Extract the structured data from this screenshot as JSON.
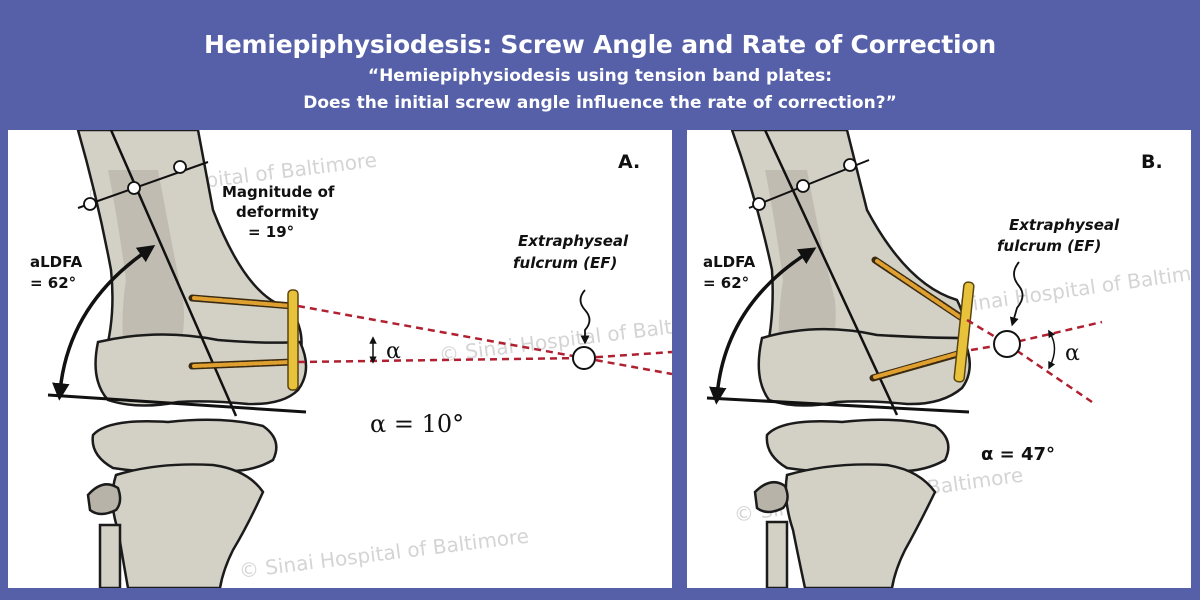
{
  "header": {
    "title": "Hemiepiphysiodesis: Screw Angle and Rate of Correction",
    "subtitle_line1": "“Hemiepiphysiodesis using tension band plates:",
    "subtitle_line2": "Does the initial screw angle influence the rate of correction?”"
  },
  "panel_a": {
    "label": "A.",
    "magnitude_line1": "Magnitude of",
    "magnitude_line2": "deformity",
    "magnitude_value": "= 19°",
    "aldfa_label": "aLDFA",
    "aldfa_value": "= 62°",
    "fulcrum_line1": "Extraphyseal",
    "fulcrum_line2": "fulcrum (EF)",
    "alpha_symbol": "α",
    "alpha_equation": "α = 10°",
    "watermark": "© Sinai Hospital of Baltimore"
  },
  "panel_b": {
    "label": "B.",
    "aldfa_label": "aLDFA",
    "aldfa_value": "= 62°",
    "fulcrum_line1": "Extraphyseal",
    "fulcrum_line2": "fulcrum (EF)",
    "alpha_symbol": "α",
    "alpha_equation": "α = 47°",
    "watermark": "© Sinai Hospital of Baltimore"
  },
  "colors": {
    "background": "#5560a8",
    "bone": "#d3d0c6",
    "screw": "#e0a030",
    "plate": "#e8c23a",
    "dashed_line": "#b02030"
  }
}
